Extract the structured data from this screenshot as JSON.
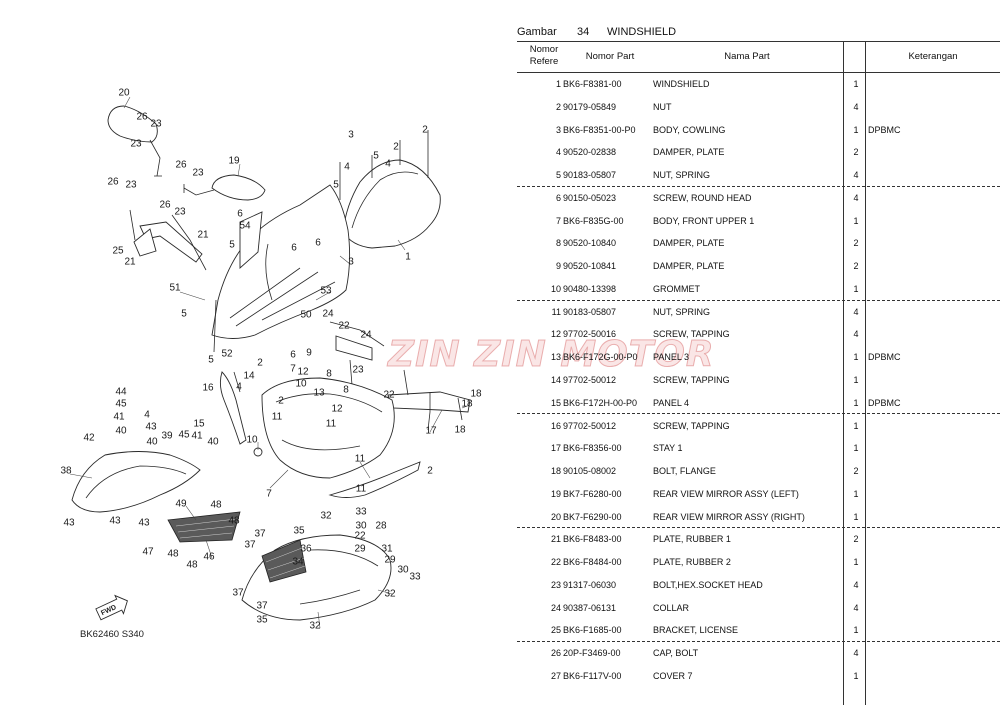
{
  "header": {
    "gambar_label": "Gambar",
    "gambar_no": "34",
    "title": "WINDSHIELD"
  },
  "table": {
    "columns": {
      "ref_line1": "Nomor",
      "ref_line2": "Refere",
      "part_no": "Nomor Part",
      "name": "Nama Part",
      "note": "Keterangan"
    },
    "rows": [
      {
        "ref": "1",
        "part_no": "BK6-F8381-00",
        "name": "WINDSHIELD",
        "qty": "1",
        "note": ""
      },
      {
        "ref": "2",
        "part_no": "90179-05849",
        "name": "NUT",
        "qty": "4",
        "note": ""
      },
      {
        "ref": "3",
        "part_no": "BK6-F8351-00-P0",
        "name": "BODY, COWLING",
        "qty": "1",
        "note": "DPBMC"
      },
      {
        "ref": "4",
        "part_no": "90520-02838",
        "name": "DAMPER, PLATE",
        "qty": "2",
        "note": ""
      },
      {
        "ref": "5",
        "part_no": "90183-05807",
        "name": "NUT, SPRING",
        "qty": "4",
        "note": ""
      },
      {
        "ref": "6",
        "part_no": "90150-05023",
        "name": "SCREW, ROUND HEAD",
        "qty": "4",
        "note": ""
      },
      {
        "ref": "7",
        "part_no": "BK6-F835G-00",
        "name": "BODY, FRONT UPPER 1",
        "qty": "1",
        "note": ""
      },
      {
        "ref": "8",
        "part_no": "90520-10840",
        "name": "DAMPER, PLATE",
        "qty": "2",
        "note": ""
      },
      {
        "ref": "9",
        "part_no": "90520-10841",
        "name": "DAMPER, PLATE",
        "qty": "2",
        "note": ""
      },
      {
        "ref": "10",
        "part_no": "90480-13398",
        "name": "GROMMET",
        "qty": "1",
        "note": ""
      },
      {
        "ref": "11",
        "part_no": "90183-05807",
        "name": "NUT, SPRING",
        "qty": "4",
        "note": ""
      },
      {
        "ref": "12",
        "part_no": "97702-50016",
        "name": "SCREW, TAPPING",
        "qty": "4",
        "note": ""
      },
      {
        "ref": "13",
        "part_no": "BK6-F172G-00-P0",
        "name": "PANEL 3",
        "qty": "1",
        "note": "DPBMC"
      },
      {
        "ref": "14",
        "part_no": "97702-50012",
        "name": "SCREW, TAPPING",
        "qty": "1",
        "note": ""
      },
      {
        "ref": "15",
        "part_no": "BK6-F172H-00-P0",
        "name": "PANEL 4",
        "qty": "1",
        "note": "DPBMC"
      },
      {
        "ref": "16",
        "part_no": "97702-50012",
        "name": "SCREW, TAPPING",
        "qty": "1",
        "note": ""
      },
      {
        "ref": "17",
        "part_no": "BK6-F8356-00",
        "name": "STAY 1",
        "qty": "1",
        "note": ""
      },
      {
        "ref": "18",
        "part_no": "90105-08002",
        "name": "BOLT, FLANGE",
        "qty": "2",
        "note": ""
      },
      {
        "ref": "19",
        "part_no": "BK7-F6280-00",
        "name": "REAR VIEW MIRROR ASSY (LEFT)",
        "qty": "1",
        "note": ""
      },
      {
        "ref": "20",
        "part_no": "BK7-F6290-00",
        "name": "REAR VIEW MIRROR ASSY (RIGHT)",
        "qty": "1",
        "note": ""
      },
      {
        "ref": "21",
        "part_no": "BK6-F8483-00",
        "name": "PLATE, RUBBER 1",
        "qty": "2",
        "note": ""
      },
      {
        "ref": "22",
        "part_no": "BK6-F8484-00",
        "name": "PLATE, RUBBER 2",
        "qty": "1",
        "note": ""
      },
      {
        "ref": "23",
        "part_no": "91317-06030",
        "name": "BOLT,HEX.SOCKET HEAD",
        "qty": "4",
        "note": ""
      },
      {
        "ref": "24",
        "part_no": "90387-06131",
        "name": "COLLAR",
        "qty": "4",
        "note": ""
      },
      {
        "ref": "25",
        "part_no": "BK6-F1685-00",
        "name": "BRACKET, LICENSE",
        "qty": "1",
        "note": ""
      },
      {
        "ref": "26",
        "part_no": "20P-F3469-00",
        "name": "CAP, BOLT",
        "qty": "4",
        "note": ""
      },
      {
        "ref": "27",
        "part_no": "BK6-F117V-00",
        "name": "COVER 7",
        "qty": "1",
        "note": ""
      }
    ]
  },
  "diagram": {
    "callouts": [
      "20",
      "26",
      "23",
      "23",
      "26",
      "23",
      "19",
      "26",
      "23",
      "26",
      "23",
      "6",
      "54",
      "21",
      "25",
      "21",
      "5",
      "6",
      "6",
      "2",
      "3",
      "4",
      "5",
      "2",
      "5",
      "4",
      "1",
      "3",
      "53",
      "51",
      "5",
      "50",
      "24",
      "22",
      "24",
      "5",
      "52",
      "2",
      "6",
      "9",
      "7",
      "12",
      "23",
      "14",
      "16",
      "4",
      "10",
      "8",
      "13",
      "8",
      "22",
      "18",
      "18",
      "44",
      "45",
      "41",
      "40",
      "4",
      "2",
      "11",
      "12",
      "11",
      "15",
      "43",
      "40",
      "39",
      "45",
      "41",
      "40",
      "42",
      "10",
      "17",
      "18",
      "38",
      "11",
      "2",
      "7",
      "11",
      "43",
      "43",
      "43",
      "49",
      "48",
      "48",
      "37",
      "37",
      "47",
      "48",
      "46",
      "48",
      "35",
      "36",
      "32",
      "33",
      "30",
      "28",
      "22",
      "29",
      "31",
      "29",
      "30",
      "33",
      "37",
      "37",
      "35",
      "32",
      "32",
      "34"
    ],
    "fwd_label": "FWD",
    "code": "BK62460 S340"
  },
  "watermark": {
    "text": "ZIN ZIN MOTOR"
  }
}
